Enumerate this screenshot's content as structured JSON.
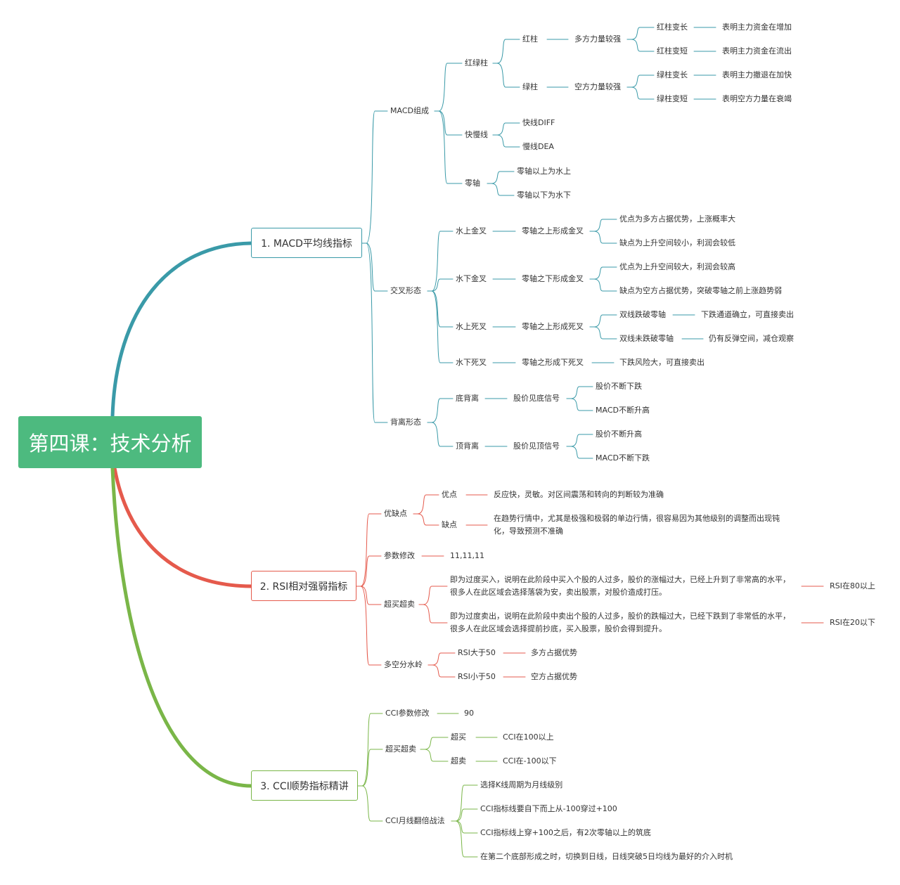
{
  "colors": {
    "macd": "#3a9aa8",
    "rsi": "#e55a4c",
    "cci": "#7ab648",
    "root_bg": "#4dba7f"
  },
  "root": "第四课：技术分析",
  "macd": {
    "title": "1. MACD平均线指标",
    "composition": {
      "label": "MACD组成",
      "hist": {
        "label": "红绿柱",
        "red": {
          "label": "红柱",
          "desc": "多方力量较强",
          "long": "红柱变长",
          "long_desc": "表明主力资金在增加",
          "short": "红柱变短",
          "short_desc": "表明主力资金在流出"
        },
        "green": {
          "label": "绿柱",
          "desc": "空方力量较强",
          "long": "绿柱变长",
          "long_desc": "表明主力撤退在加快",
          "short": "绿柱变短",
          "short_desc": "表明空方力量在衰竭"
        }
      },
      "lines": {
        "label": "快慢线",
        "fast": "快线DIFF",
        "slow": "慢线DEA"
      },
      "zero": {
        "label": "零轴",
        "above": "零轴以上为水上",
        "below": "零轴以下为水下"
      }
    },
    "cross": {
      "label": "交叉形态",
      "c1": {
        "label": "水上金叉",
        "desc": "零轴之上形成金叉",
        "a": "优点为多方占据优势，上涨概率大",
        "b": "缺点为上升空间较小，利润会较低"
      },
      "c2": {
        "label": "水下金叉",
        "desc": "零轴之下形成金叉",
        "a": "优点为上升空间较大，利润会较高",
        "b": "缺点为空方占据优势，突破零轴之前上涨趋势弱"
      },
      "c3": {
        "label": "水上死叉",
        "desc": "零轴之上形成死叉",
        "a": "双线跌破零轴",
        "a2": "下跌通道确立，可直接卖出",
        "b": "双线未跌破零轴",
        "b2": "仍有反弹空间，减仓观察"
      },
      "c4": {
        "label": "水下死叉",
        "desc": "零轴之形成下死叉",
        "a": "下跌风险大，可直接卖出"
      }
    },
    "diverge": {
      "label": "背离形态",
      "bottom": {
        "label": "底背离",
        "desc": "股价见底信号",
        "a": "股价不断下跌",
        "b": "MACD不断升高"
      },
      "top": {
        "label": "顶背离",
        "desc": "股价见顶信号",
        "a": "股价不断升高",
        "b": "MACD不断下跌"
      }
    }
  },
  "rsi": {
    "title": "2. RSI相对强弱指标",
    "proscons": {
      "label": "优缺点",
      "pro": "优点",
      "pro_desc": "反应快，灵敏。对区间震荡和转向的判断较为准确",
      "con": "缺点",
      "con_desc": "在趋势行情中，尤其是极强和极弱的单边行情，很容易因为其他级别的调整而出现钝化，导致预测不准确"
    },
    "param": {
      "label": "参数修改",
      "value": "11,11,11"
    },
    "obos": {
      "label": "超买超卖",
      "ob_desc": "即为过度买入，说明在此阶段中买入个股的人过多，股价的涨幅过大，已经上升到了非常高的水平，很多人在此区域会选择落袋为安，卖出股票，对股价造成打压。",
      "ob_val": "RSI在80以上",
      "os_desc": "即为过度卖出，说明在此阶段中卖出个股的人过多，股价的跌幅过大，已经下跌到了非常低的水平，很多人在此区域会选择提前抄底，买入股票，股价会得到提升。",
      "os_val": "RSI在20以下"
    },
    "divide": {
      "label": "多空分水岭",
      "up": "RSI大于50",
      "up_desc": "多方占据优势",
      "down": "RSI小于50",
      "down_desc": "空方占据优势"
    }
  },
  "cci": {
    "title": "3. CCI顺势指标精讲",
    "param": {
      "label": "CCI参数修改",
      "value": "90"
    },
    "obos": {
      "label": "超买超卖",
      "ob": "超买",
      "ob_val": "CCI在100以上",
      "os": "超卖",
      "os_val": "CCI在-100以下"
    },
    "monthly": {
      "label": "CCI月线翻倍战法",
      "s1": "选择K线周期为月线级别",
      "s2": "CCI指标线要自下而上从-100穿过+100",
      "s3": "CCI指标线上穿+100之后，有2次零轴以上的筑底",
      "s4": "在第二个底部形成之时，切换到日线，日线突破5日均线为最好的介入时机"
    }
  }
}
